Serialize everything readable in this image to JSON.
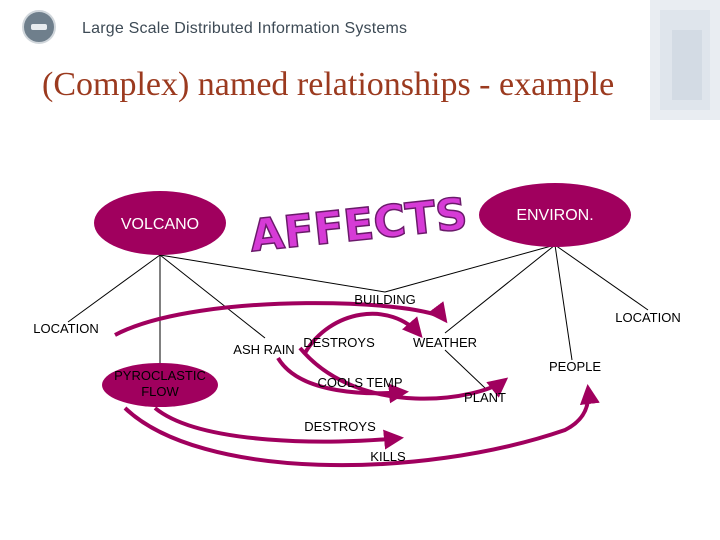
{
  "header": {
    "title": "Large Scale Distributed Information Systems"
  },
  "slide": {
    "title": "(Complex) named relationships - example"
  },
  "diagram": {
    "nodes": {
      "volcano": "VOLCANO",
      "environ": "ENVIRON.",
      "pyroclastic_1": "PYROCLASTIC",
      "pyroclastic_2": "FLOW"
    },
    "wordart": "AFFECTS",
    "labels": {
      "building": "BUILDING",
      "location_left": "LOCATION",
      "location_right": "LOCATION",
      "ash_rain": "ASH RAIN",
      "destroys_1": "DESTROYS",
      "weather": "WEATHER",
      "people": "PEOPLE",
      "cools_temp": "COOLS TEMP",
      "plant": "PLANT",
      "destroys_2": "DESTROYS",
      "kills": "KILLS"
    },
    "colors": {
      "node_fill": "#a0005e",
      "edge": "#a0005e",
      "wordart": "#d63bd6",
      "wordart_outline": "#6a1a6a",
      "tree_line": "#000000"
    }
  }
}
